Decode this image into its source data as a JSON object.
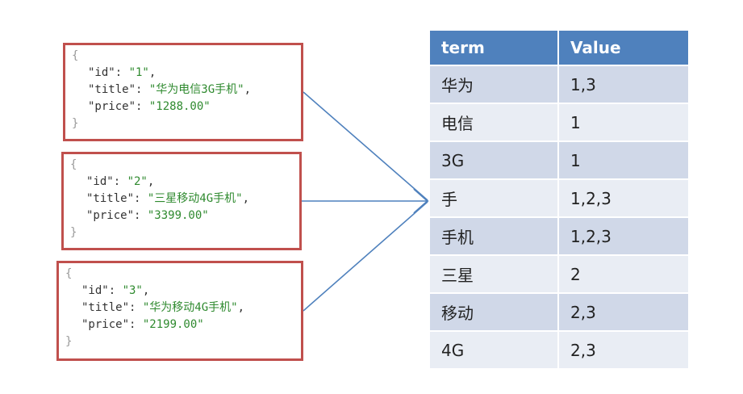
{
  "documents": [
    {
      "open": "{",
      "id_key": "\"id\": ",
      "id_val": "\"1\"",
      "title_key": "\"title\": ",
      "title_val": "\"华为电信3G手机\"",
      "price_key": "\"price\": ",
      "price_val": "\"1288.00\"",
      "close": "}"
    },
    {
      "open": "{",
      "id_key": "\"id\": ",
      "id_val": "\"2\"",
      "title_key": "\"title\": ",
      "title_val": "\"三星移动4G手机\"",
      "price_key": "\"price\": ",
      "price_val": "\"3399.00\"",
      "close": "}"
    },
    {
      "open": "{",
      "id_key": "\"id\": ",
      "id_val": "\"3\"",
      "title_key": "\"title\": ",
      "title_val": "\"华为移动4G手机\"",
      "price_key": "\"price\": ",
      "price_val": "\"2199.00\"",
      "close": "}"
    }
  ],
  "index_table": {
    "headers": [
      "term",
      "Value"
    ],
    "rows": [
      {
        "term": "华为",
        "value": "1,3"
      },
      {
        "term": "电信",
        "value": "1"
      },
      {
        "term": "3G",
        "value": "1"
      },
      {
        "term": "手",
        "value": "1,2,3"
      },
      {
        "term": "手机",
        "value": "1,2,3"
      },
      {
        "term": "三星",
        "value": "2"
      },
      {
        "term": "移动",
        "value": "2,3"
      },
      {
        "term": "4G",
        "value": "2,3"
      }
    ]
  },
  "colors": {
    "doc_border": "#c0504d",
    "string_green": "#2f8a2f",
    "header_blue": "#4f81bd",
    "row_dark": "#d0d8e8",
    "row_light": "#e9edf4",
    "arrow": "#4f81bd"
  }
}
